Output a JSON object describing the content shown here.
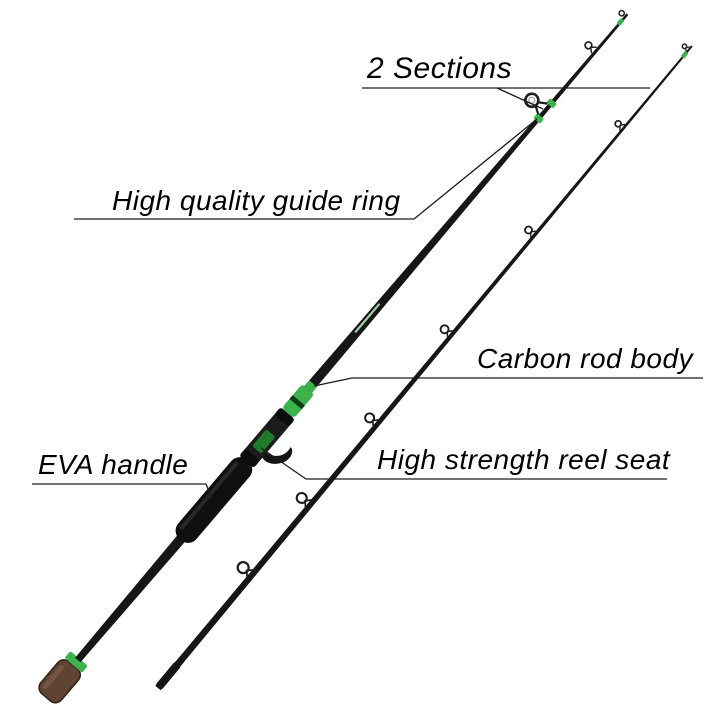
{
  "image": {
    "description": "Two-section casting fishing rod product photo with feature callouts",
    "background": "#ffffff"
  },
  "annotations": {
    "sections_label": "2 Sections",
    "guide_ring_label": "High quality guide ring",
    "rod_body_label": "Carbon rod body",
    "reel_seat_label": "High strength reel seat",
    "handle_label": "EVA handle"
  },
  "colors": {
    "rod_body": "#171717",
    "accent_green": "#3cb24b",
    "accent_green_dark": "#1f7a2e",
    "butt_cap_brown": "#5f4333",
    "decal_light_green": "#a8dcb0",
    "callout_line": "#1c1c1c",
    "label_text": "#000000"
  }
}
